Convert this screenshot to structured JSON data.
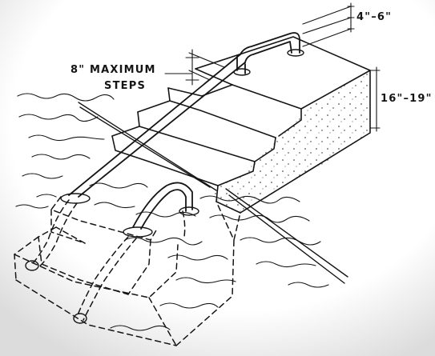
{
  "labels": {
    "handrail_height": "4\"–6\"",
    "max_steps_line1": "8\" MAXIMUM",
    "max_steps_line2": "STEPS",
    "deck_thickness": "16\"–19\""
  }
}
